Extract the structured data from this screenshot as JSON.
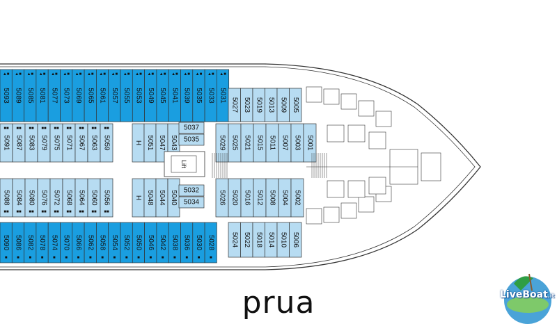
{
  "deck_title": "prua",
  "colors": {
    "balcony": "#1a9ee0",
    "inside": "#b7dcf2",
    "outline": "#333333"
  },
  "lift_label": "Lift",
  "logo_text": {
    "main": "LiveBoat",
    "suffix": ".it"
  },
  "cabins": {
    "row_a_balcony": [
      "5093",
      "5089",
      "5085",
      "5081",
      "5077",
      "5073",
      "5069",
      "5065",
      "5061",
      "5057",
      "5055",
      "5053",
      "5049",
      "5045",
      "5041",
      "5039",
      "5035",
      "5033",
      "5031"
    ],
    "row_a_inside": [
      "5027",
      "5023",
      "5019",
      "5013",
      "5009",
      "5005"
    ],
    "row_b_left": [
      "5091",
      "5087",
      "5083",
      "5079",
      "5075",
      "5071",
      "5067",
      "5063",
      "5059"
    ],
    "row_b_mid": [
      {
        "label": "H"
      },
      {
        "label": "5051"
      },
      {
        "label": "5047"
      },
      {
        "label": "5043"
      }
    ],
    "row_b_right": [
      "5029",
      "5025",
      "5021",
      "5015",
      "5011",
      "5007",
      "5003",
      "5001"
    ],
    "row_c_left": [
      "5088",
      "5084",
      "5080",
      "5076",
      "5072",
      "5068",
      "5064",
      "5060",
      "5056"
    ],
    "row_c_mid": [
      {
        "label": "H"
      },
      {
        "label": "5048"
      },
      {
        "label": "5044"
      },
      {
        "label": "5040"
      }
    ],
    "row_c_right": [
      "5026",
      "5020",
      "5016",
      "5012",
      "5008",
      "5004",
      "5002"
    ],
    "row_d_balcony": [
      "5090",
      "5086",
      "5082",
      "5078",
      "5074",
      "5070",
      "5066",
      "5062",
      "5058",
      "5054",
      "5052",
      "5050",
      "5046",
      "5042",
      "5038",
      "5036",
      "5030",
      "5028"
    ],
    "row_d_inside": [
      "5024",
      "5022",
      "5018",
      "5014",
      "5010",
      "5006"
    ],
    "center_upper": [
      "5037",
      "5035"
    ],
    "center_lower": [
      "5032",
      "5034"
    ]
  },
  "symbols": {
    "row_a": "▲■",
    "row_b": "■■",
    "row_c": "■■",
    "row_d": "■"
  }
}
